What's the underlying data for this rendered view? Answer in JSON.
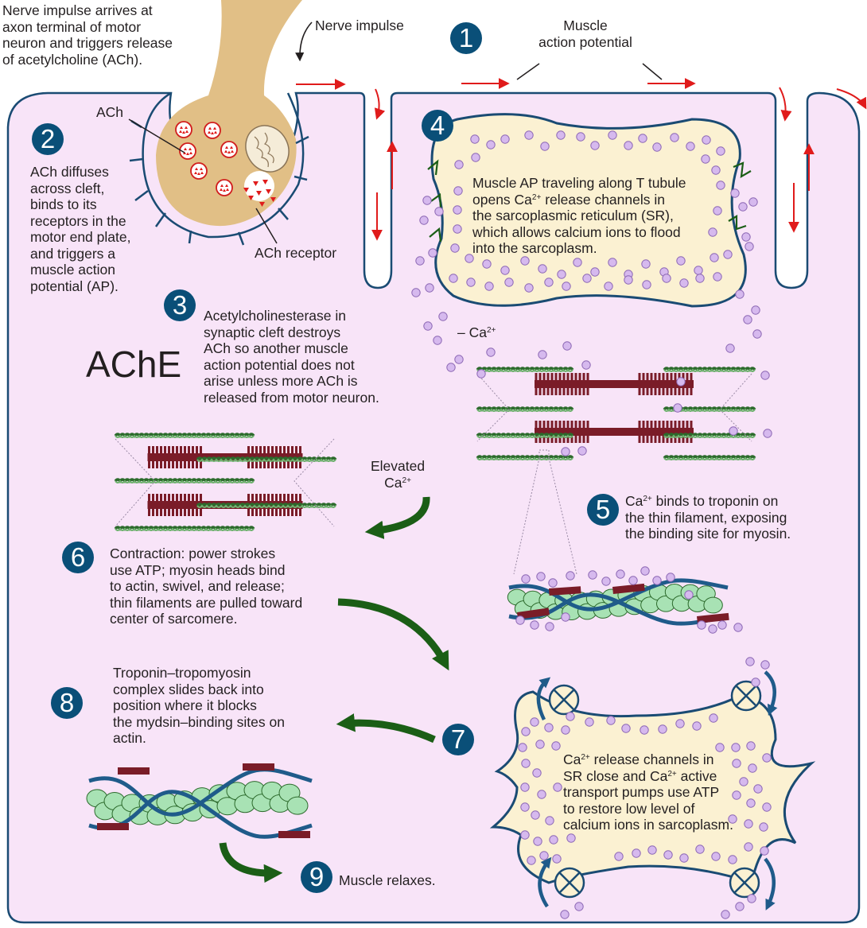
{
  "labels": {
    "nerve_impulse_arrives": "Nerve impulse arrives at\naxon terminal of motor\nneuron and triggers release\nof acetylcholine (ACh).",
    "nerve_impulse": "Nerve impulse",
    "muscle_action_potential": "Muscle\naction potential",
    "ach": "ACh",
    "ach_receptor": "ACh receptor",
    "ach_diffuses": "ACh diffuses\nacross cleft,\nbinds to its\nreceptors in the\nmotor end plate,\nand triggers a\nmuscle action\npotential (AP).",
    "acetylcholinesterase": "Acetylcholinesterase in\nsynaptic cleft destroys\nACh so another muscle\naction potential does not\narise unless more ACh is\nreleased from motor neuron.",
    "ache": "AChE",
    "muscle_ap_pre": "Muscle AP traveling along T tubule\nopens Ca",
    "muscle_ap_post": " release channels in\nthe sarcoplasmic reticulum (SR),\nwhich allows calcium ions to flood\ninto the sarcoplasm.",
    "ca_label_prefix": "– Ca",
    "elevated": "Elevated\nCa",
    "ca_binds_pre": "Ca",
    "ca_binds_post": " binds to troponin on\nthe thin filament, exposing\nthe binding site for myosin.",
    "contraction": "Contraction: power strokes\nuse ATP; myosin heads bind\nto actin, swivel, and release;\nthin filaments are pulled toward\ncenter of sarcomere.",
    "troponin_complex": "Troponin–tropomyosin\ncomplex slides back into\nposition where it blocks\nthe mydsin–binding sites on\nactin.",
    "ca_channels_a": "Ca",
    "ca_channels_b": " release channels in\nSR close and Ca",
    "ca_channels_c": " active\ntransport pumps use ATP\nto restore low level of\ncalcium ions in sarcoplasm.",
    "muscle_relaxes": "Muscle relaxes.",
    "superscript_2plus": "2+"
  },
  "steps": [
    "1",
    "2",
    "3",
    "4",
    "5",
    "6",
    "7",
    "8",
    "9"
  ],
  "colors": {
    "badge": "#0a4f78",
    "cytoplasm": "#f8e4f8",
    "outline": "#1a4b73",
    "sr_fill": "#fbf1d2",
    "calcium": "#c9a7e6",
    "neuron": "#e1bf86",
    "arrow_green": "#1b5e16",
    "arrow_red": "#e01b1b",
    "myosin": "#7a1c28",
    "actin": "#a8e2b4",
    "tropomyosin": "#1f5b8a"
  }
}
